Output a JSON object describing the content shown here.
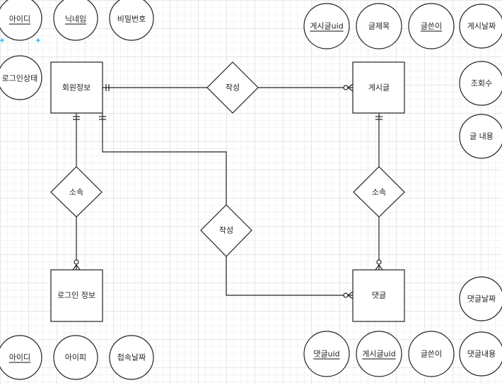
{
  "entities": {
    "member": "회원정보",
    "post": "게시글",
    "login": "로그인 정보",
    "comment": "댓글"
  },
  "relations": {
    "write_post": "작성",
    "belong_login": "소속",
    "write_comment": "작성",
    "belong_comment": "소속"
  },
  "attributes": {
    "member_id": "아이디",
    "member_nickname": "닉네임",
    "member_password": "비밀번호",
    "member_login_status": "로그인상태",
    "post_uid": "게시글uid",
    "post_title": "글제목",
    "post_writer": "글쓴이",
    "post_date": "게시날짜",
    "post_views": "조회수",
    "post_content": "글 내용",
    "login_id": "아이디",
    "login_ip": "아이피",
    "login_date": "접속날짜",
    "comment_uid": "댓글uid",
    "comment_post_uid": "게시글uid",
    "comment_writer": "글쓴이",
    "comment_date": "댓글날짜",
    "comment_content": "댓글내용"
  },
  "colors": {
    "stroke": "#222222",
    "grid": "#e6e6e6",
    "selection": "#29b6f2",
    "selection_handle": "#7fd44b"
  }
}
